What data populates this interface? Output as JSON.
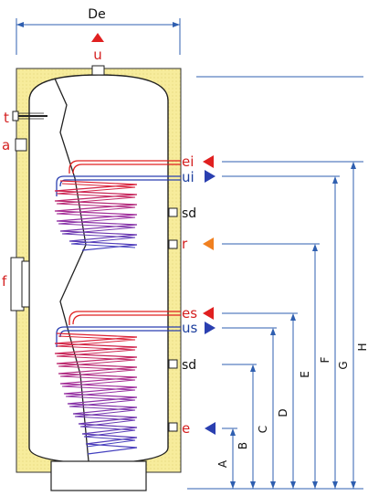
{
  "diagram": {
    "width_label": "De",
    "connections": {
      "u": "u",
      "t": "t",
      "a": "a",
      "f": "f",
      "ei": "ei",
      "ui": "ui",
      "sd_top": "sd",
      "r": "r",
      "es": "es",
      "us": "us",
      "sd_bottom": "sd",
      "e": "e"
    },
    "dimensions": {
      "A": "A",
      "B": "B",
      "C": "C",
      "D": "D",
      "E": "E",
      "F": "F",
      "G": "G",
      "H": "H"
    },
    "colors": {
      "insulation": "#f7ec9c",
      "hot": "#e02020",
      "cold": "#2a3fb0",
      "recirculation": "#f08020",
      "dimension": "#2f5fb0"
    }
  }
}
